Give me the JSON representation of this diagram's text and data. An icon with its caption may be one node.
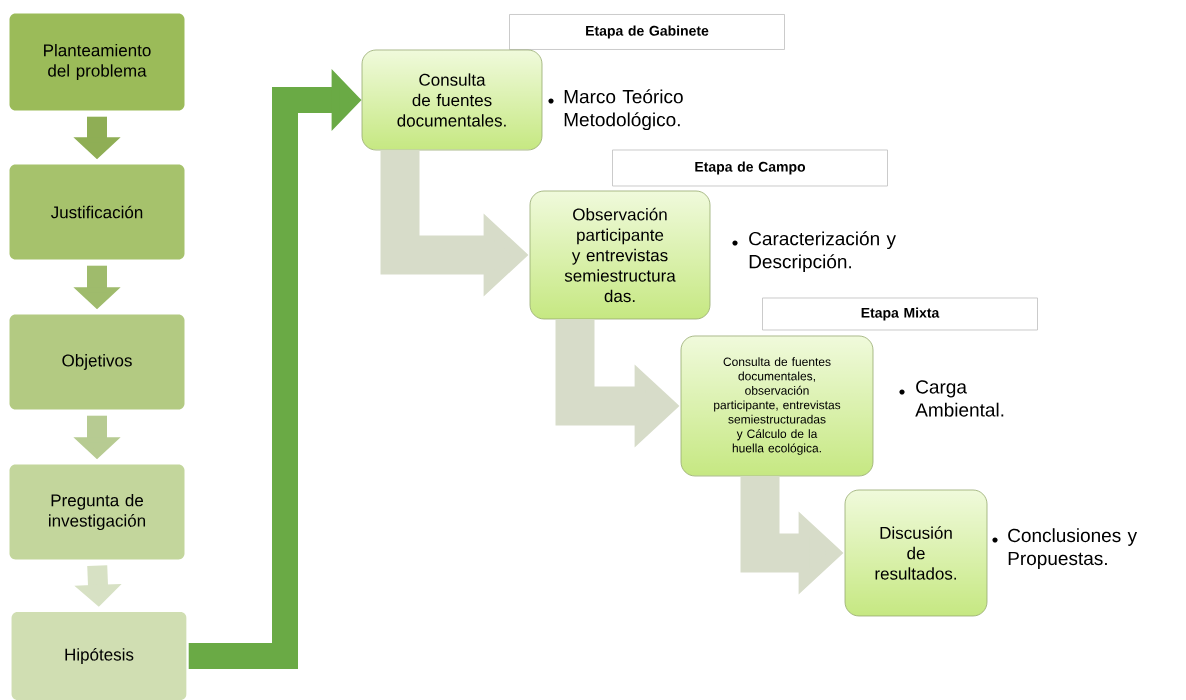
{
  "diagram": {
    "nodes": [
      {
        "text": [
          "Planteamiento del problema"
        ]
      },
      {
        "text": [
          "Justificación"
        ]
      },
      {
        "text": [
          "Objetivos"
        ]
      },
      {
        "text": [
          "Pregunta de investigación"
        ]
      },
      {
        "text": [
          "Hipótesis"
        ]
      },
      {
        "text": [
          "Etapa de Gabinete"
        ]
      },
      {
        "text": [
          "Consulta de fuentes documentales."
        ],
        "beside": [
          "Marco Teórico Metodológico."
        ]
      },
      {
        "text": [
          "Etapa de Campo"
        ]
      },
      {
        "text": [
          "Observación participante y entrevistas semiestructura das."
        ],
        "beside": [
          "Caracterización y Descripción."
        ]
      },
      {
        "text": [
          "Etapa Mixta"
        ]
      },
      {
        "text": [
          "Consulta de fuentes documentales, observación participante, entrevistas semiestructuradas y Cálculo de la huella ecológica."
        ],
        "beside": [
          "Carga Ambiental."
        ]
      },
      {
        "text": [
          "Discusión de resultados."
        ],
        "beside": [
          "Conclusiones y Propuestas."
        ]
      }
    ],
    "edges": [
      {
        "from": 0,
        "to": 1,
        "arrow": "to",
        "color": "#8fae55"
      },
      {
        "from": 1,
        "to": 2,
        "arrow": "to",
        "color": "#9fbb6c"
      },
      {
        "from": 2,
        "to": 3,
        "arrow": "to",
        "color": "#b7cb92"
      },
      {
        "from": 3,
        "to": 4,
        "arrow": "to",
        "color": "#d7e1c4"
      },
      {
        "from": 4,
        "to": 6,
        "arrow": "to",
        "color": "#6aaa45"
      },
      {
        "from": 6,
        "to": 8,
        "arrow": "to",
        "style": "thick",
        "color": "#d7dcc9"
      },
      {
        "from": 8,
        "to": 10,
        "arrow": "to",
        "style": "thick",
        "color": "#d7dcc9"
      },
      {
        "from": 10,
        "to": 11,
        "arrow": "to",
        "style": "thick",
        "color": "#d7dcc9"
      }
    ]
  }
}
